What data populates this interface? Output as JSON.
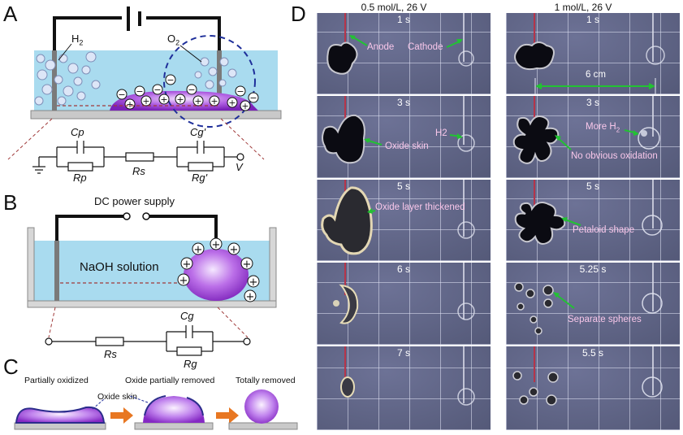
{
  "panels": {
    "a": {
      "letter": "A",
      "h2": "H",
      "h2_sub": "2",
      "o2": "O",
      "o2_sub": "2",
      "cp": "Cp",
      "cg": "Cg'",
      "rp": "Rp",
      "rs": "Rs",
      "rg": "Rg'",
      "v": "V"
    },
    "b": {
      "letter": "B",
      "supply": "DC power supply",
      "solution": "NaOH solution",
      "cg": "Cg",
      "rs": "Rs",
      "rg": "Rg"
    },
    "c": {
      "letter": "C",
      "stage1": "Partially oxidized",
      "stage2": "Oxide partially removed",
      "stage3": "Totally removed",
      "skin": "Oxide skin"
    },
    "d": {
      "letter": "D",
      "columns": [
        {
          "header": "0.5 mol/L, 26 V",
          "frames": [
            {
              "time": "1 s",
              "labels": [
                "Anode",
                "Cathode"
              ]
            },
            {
              "time": "3 s",
              "labels": [
                "Oxide skin",
                "H2"
              ]
            },
            {
              "time": "5 s",
              "labels": [
                "Oxide layer thickened"
              ]
            },
            {
              "time": "6 s",
              "labels": []
            },
            {
              "time": "7 s",
              "labels": []
            }
          ]
        },
        {
          "header": "1 mol/L, 26 V",
          "frames": [
            {
              "time": "1 s",
              "labels": [
                "6 cm"
              ]
            },
            {
              "time": "3 s",
              "labels": [
                "More H2",
                "No obvious oxidation"
              ]
            },
            {
              "time": "5 s",
              "labels": [
                "Petaloid shape"
              ]
            },
            {
              "time": "5.25 s",
              "labels": [
                "Separate spheres"
              ]
            },
            {
              "time": "5.5 s",
              "labels": []
            }
          ]
        }
      ]
    }
  },
  "colors": {
    "solution": "#a9dbef",
    "metal": "#9b3fd6",
    "wire": "#111111",
    "arrow_green": "#22c233",
    "arrow_orange": "#e87722",
    "photo_bg": "#5e6386",
    "photo_label": "#f8c7ea",
    "dashed_red": "#a03a3a",
    "dashed_blue": "#1f2f9a"
  }
}
